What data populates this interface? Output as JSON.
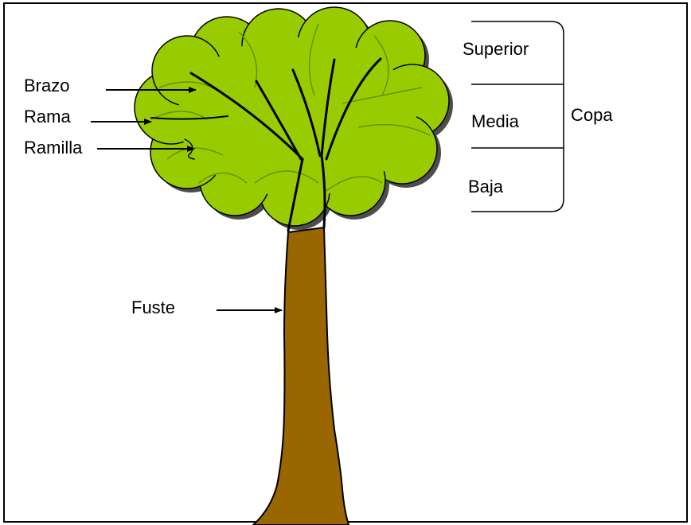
{
  "labels": {
    "brazo": "Brazo",
    "rama": "Rama",
    "ramilla": "Ramilla",
    "fuste": "Fuste",
    "superior": "Superior",
    "media": "Media",
    "baja": "Baja",
    "copa": "Copa"
  },
  "colors": {
    "crown": "#99cc00",
    "crown_shadow": "#4d4d4d",
    "trunk": "#996600",
    "outline": "#000000",
    "background": "#ffffff"
  }
}
